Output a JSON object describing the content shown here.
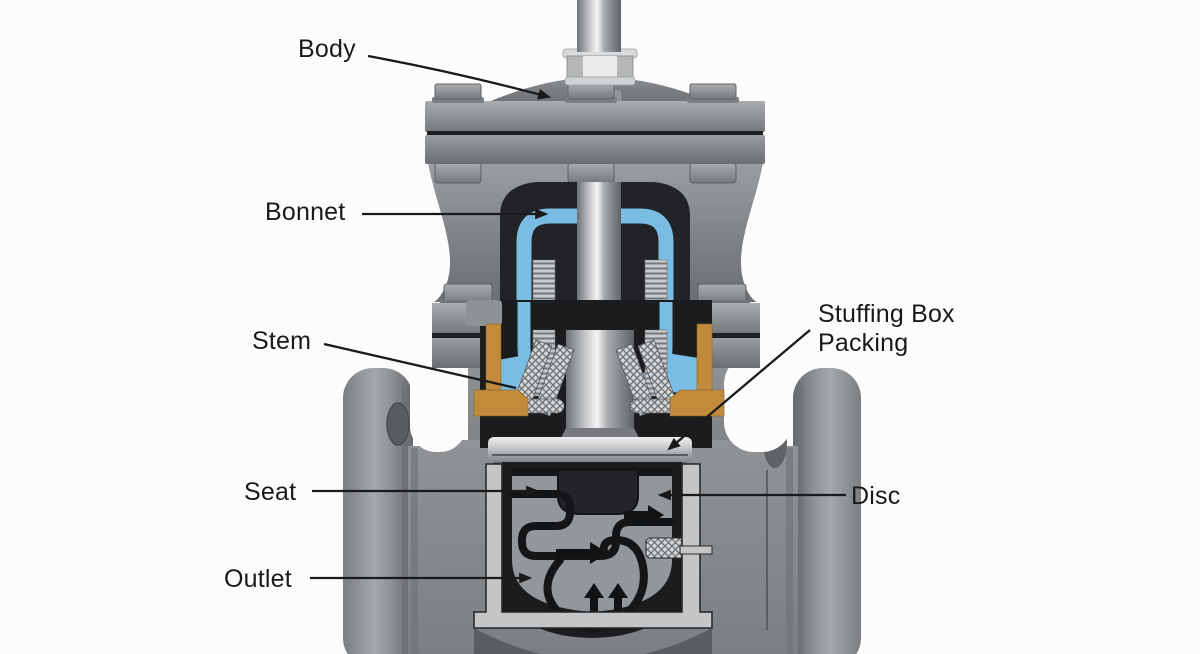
{
  "diagram": {
    "type": "valve-cutaway",
    "labels": {
      "body": {
        "text": "Body"
      },
      "bonnet": {
        "text": "Bonnet"
      },
      "stem": {
        "text": "Stem"
      },
      "stuffing_box_packing": {
        "line1": "Stuffing Box",
        "line2": "Packing"
      },
      "seat": {
        "text": "Seat"
      },
      "disc": {
        "text": "Disc"
      },
      "outlet": {
        "text": "Outlet"
      }
    },
    "colors": {
      "background": "#fcfcfc",
      "label_text": "#1a1a1a",
      "leader_line": "#1a1a1a",
      "metal_gray": "#8f9295",
      "cutaway_black": "#1b1c1e",
      "flow_channel_blue": "#79bce4",
      "packing_orange": "#c28b3c",
      "cut_face_gray": "#c3c5c7"
    }
  }
}
